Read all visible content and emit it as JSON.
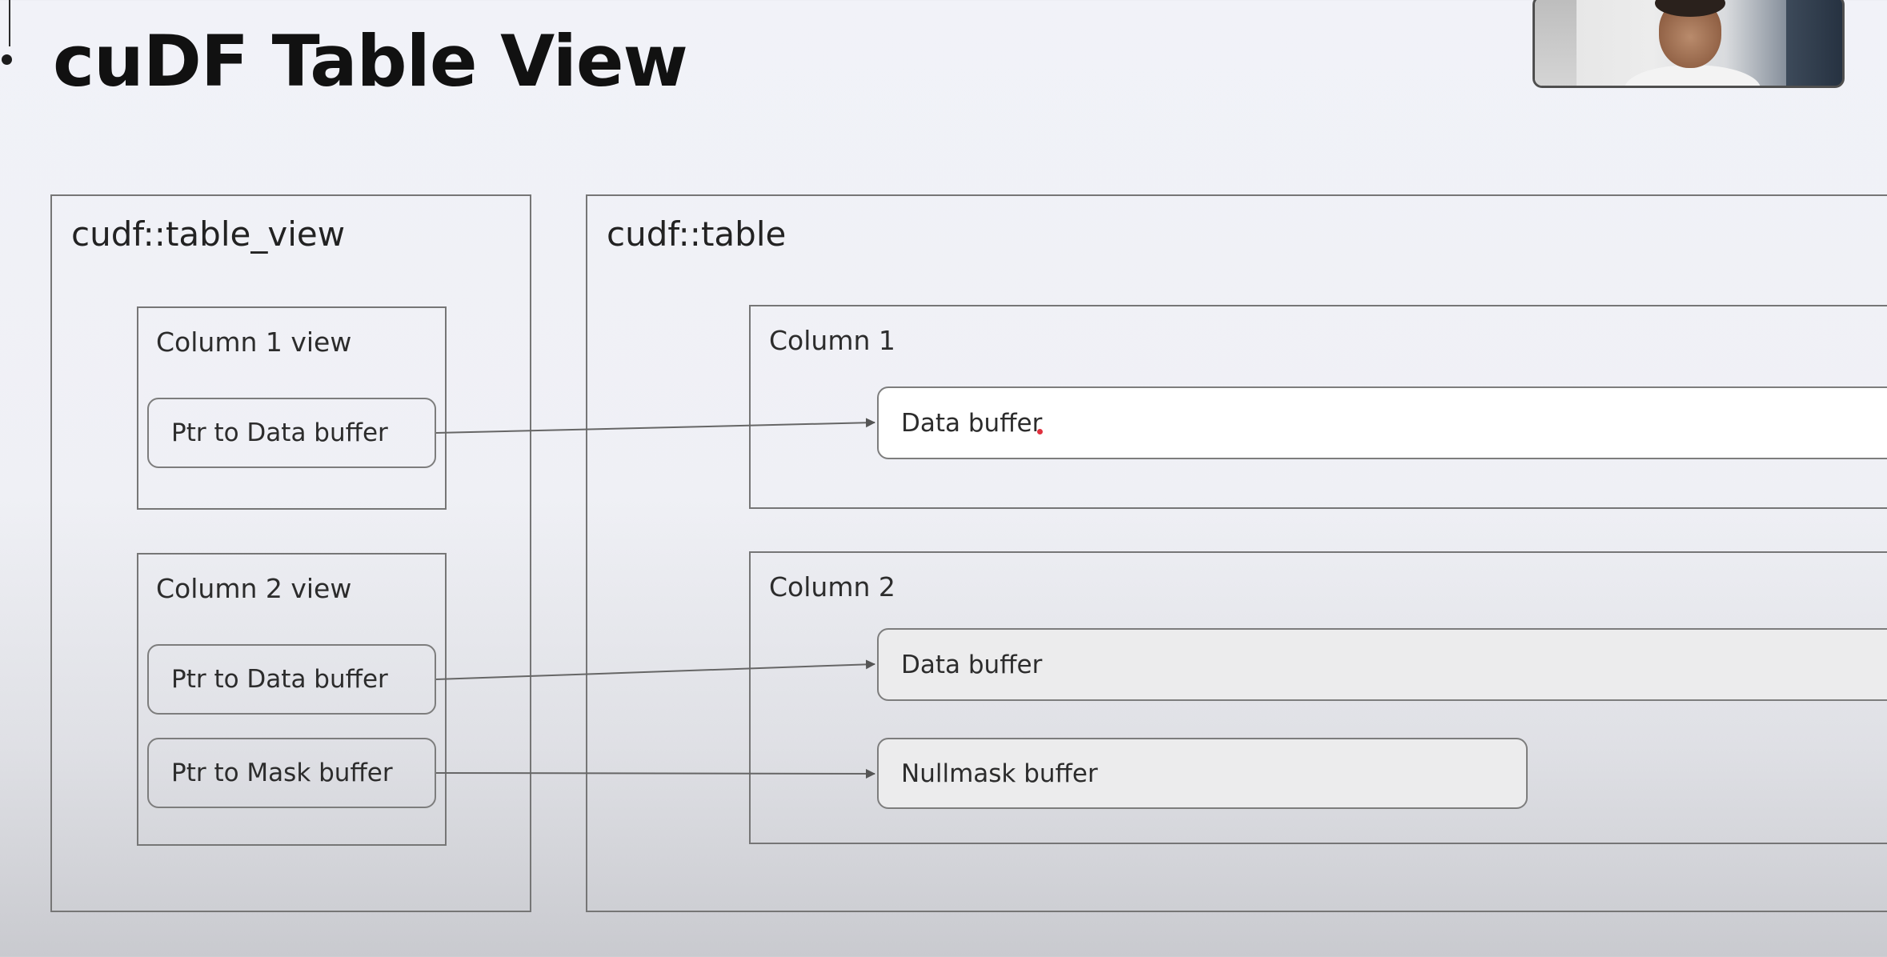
{
  "slide": {
    "title": "cuDF Table View"
  },
  "table_view": {
    "label": "cudf::table_view",
    "columns": [
      {
        "label": "Column 1 view",
        "pointers": [
          "Ptr to Data buffer"
        ]
      },
      {
        "label": "Column 2 view",
        "pointers": [
          "Ptr to Data buffer",
          "Ptr to Mask buffer"
        ]
      }
    ]
  },
  "table": {
    "label": "cudf::table",
    "columns": [
      {
        "label": "Column 1",
        "buffers": [
          "Data buffer"
        ]
      },
      {
        "label": "Column 2",
        "buffers": [
          "Data buffer",
          "Nullmask buffer"
        ]
      }
    ]
  },
  "colors": {
    "background": "#eff0f5",
    "box_border": "#767676",
    "title_text": "#111111",
    "highlight_buffer": "#ffffff",
    "pointer_dot": "#e0313e"
  },
  "icons": {
    "presenter_video": "webcam-feed"
  }
}
